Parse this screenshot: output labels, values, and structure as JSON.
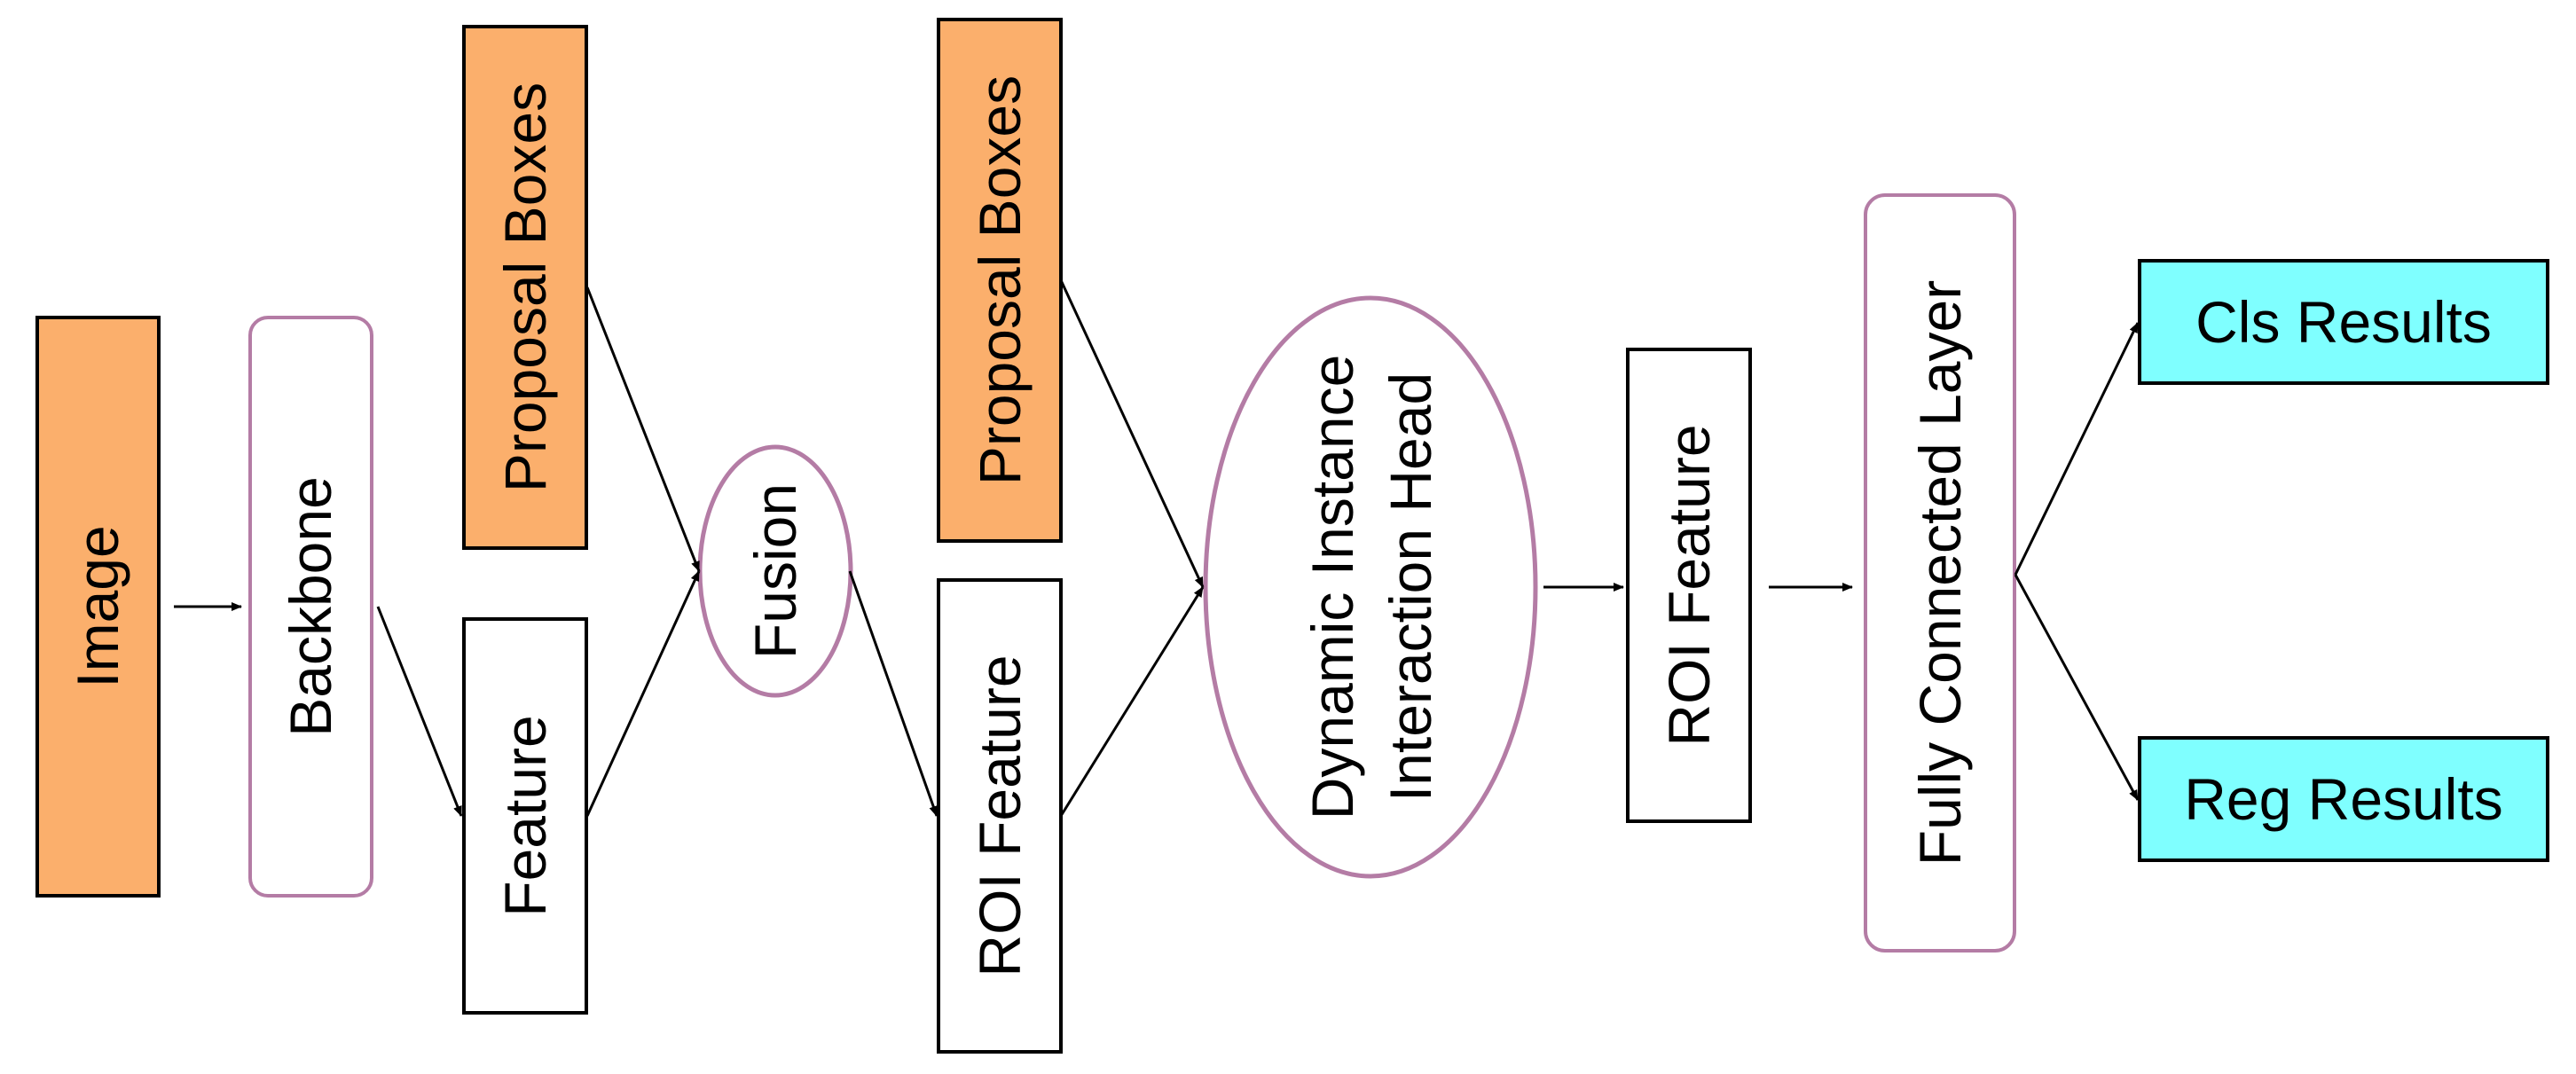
{
  "nodes": {
    "image": {
      "label": "Image"
    },
    "backbone": {
      "label": "Backbone"
    },
    "proposal_boxes_1": {
      "label": "Proposal Boxes"
    },
    "feature": {
      "label": "Feature"
    },
    "fusion": {
      "label": "Fusion"
    },
    "proposal_boxes_2": {
      "label": "Proposal Boxes"
    },
    "roi_feature_1": {
      "label": "ROI Feature"
    },
    "head": {
      "line1": "Dynamic Instance",
      "line2": "Interaction Head"
    },
    "roi_feature_2": {
      "label": "ROI Feature"
    },
    "fc_layer": {
      "label": "Fully Connected Layer"
    },
    "cls_results": {
      "label": "Cls Results"
    },
    "reg_results": {
      "label": "Reg Results"
    }
  },
  "colors": {
    "input_fill": "#FBAF6C",
    "output_fill": "#7FFFFF",
    "module_border": "#B47CA5",
    "plain_border": "#000000",
    "arrow": "#000000"
  }
}
